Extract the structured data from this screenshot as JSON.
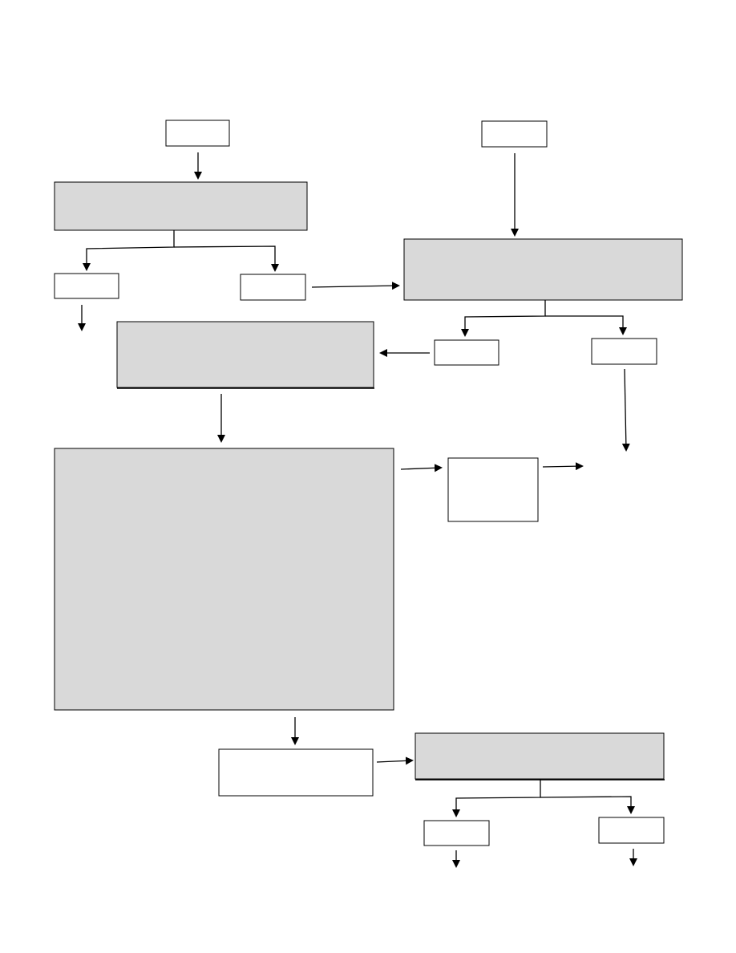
{
  "diagram": {
    "type": "flowchart",
    "colors": {
      "gray_fill": "#d9d9d9",
      "white_fill": "#ffffff",
      "stroke": "#000000"
    },
    "boxes": [
      {
        "id": "start-left",
        "fill": "white",
        "text": ""
      },
      {
        "id": "start-right",
        "fill": "white",
        "text": ""
      },
      {
        "id": "process-top-left",
        "fill": "gray",
        "text": ""
      },
      {
        "id": "branch-left-a",
        "fill": "white",
        "text": ""
      },
      {
        "id": "branch-left-b",
        "fill": "white",
        "text": ""
      },
      {
        "id": "process-top-right",
        "fill": "gray",
        "text": ""
      },
      {
        "id": "process-middle",
        "fill": "gray",
        "text": ""
      },
      {
        "id": "branch-right-a",
        "fill": "white",
        "text": ""
      },
      {
        "id": "branch-right-b",
        "fill": "white",
        "text": ""
      },
      {
        "id": "process-large",
        "fill": "gray",
        "text": ""
      },
      {
        "id": "side-box",
        "fill": "white",
        "text": ""
      },
      {
        "id": "bottom-white",
        "fill": "white",
        "text": ""
      },
      {
        "id": "process-bottom-right",
        "fill": "gray",
        "text": ""
      },
      {
        "id": "bottom-branch-a",
        "fill": "white",
        "text": ""
      },
      {
        "id": "bottom-branch-b",
        "fill": "white",
        "text": ""
      }
    ]
  }
}
